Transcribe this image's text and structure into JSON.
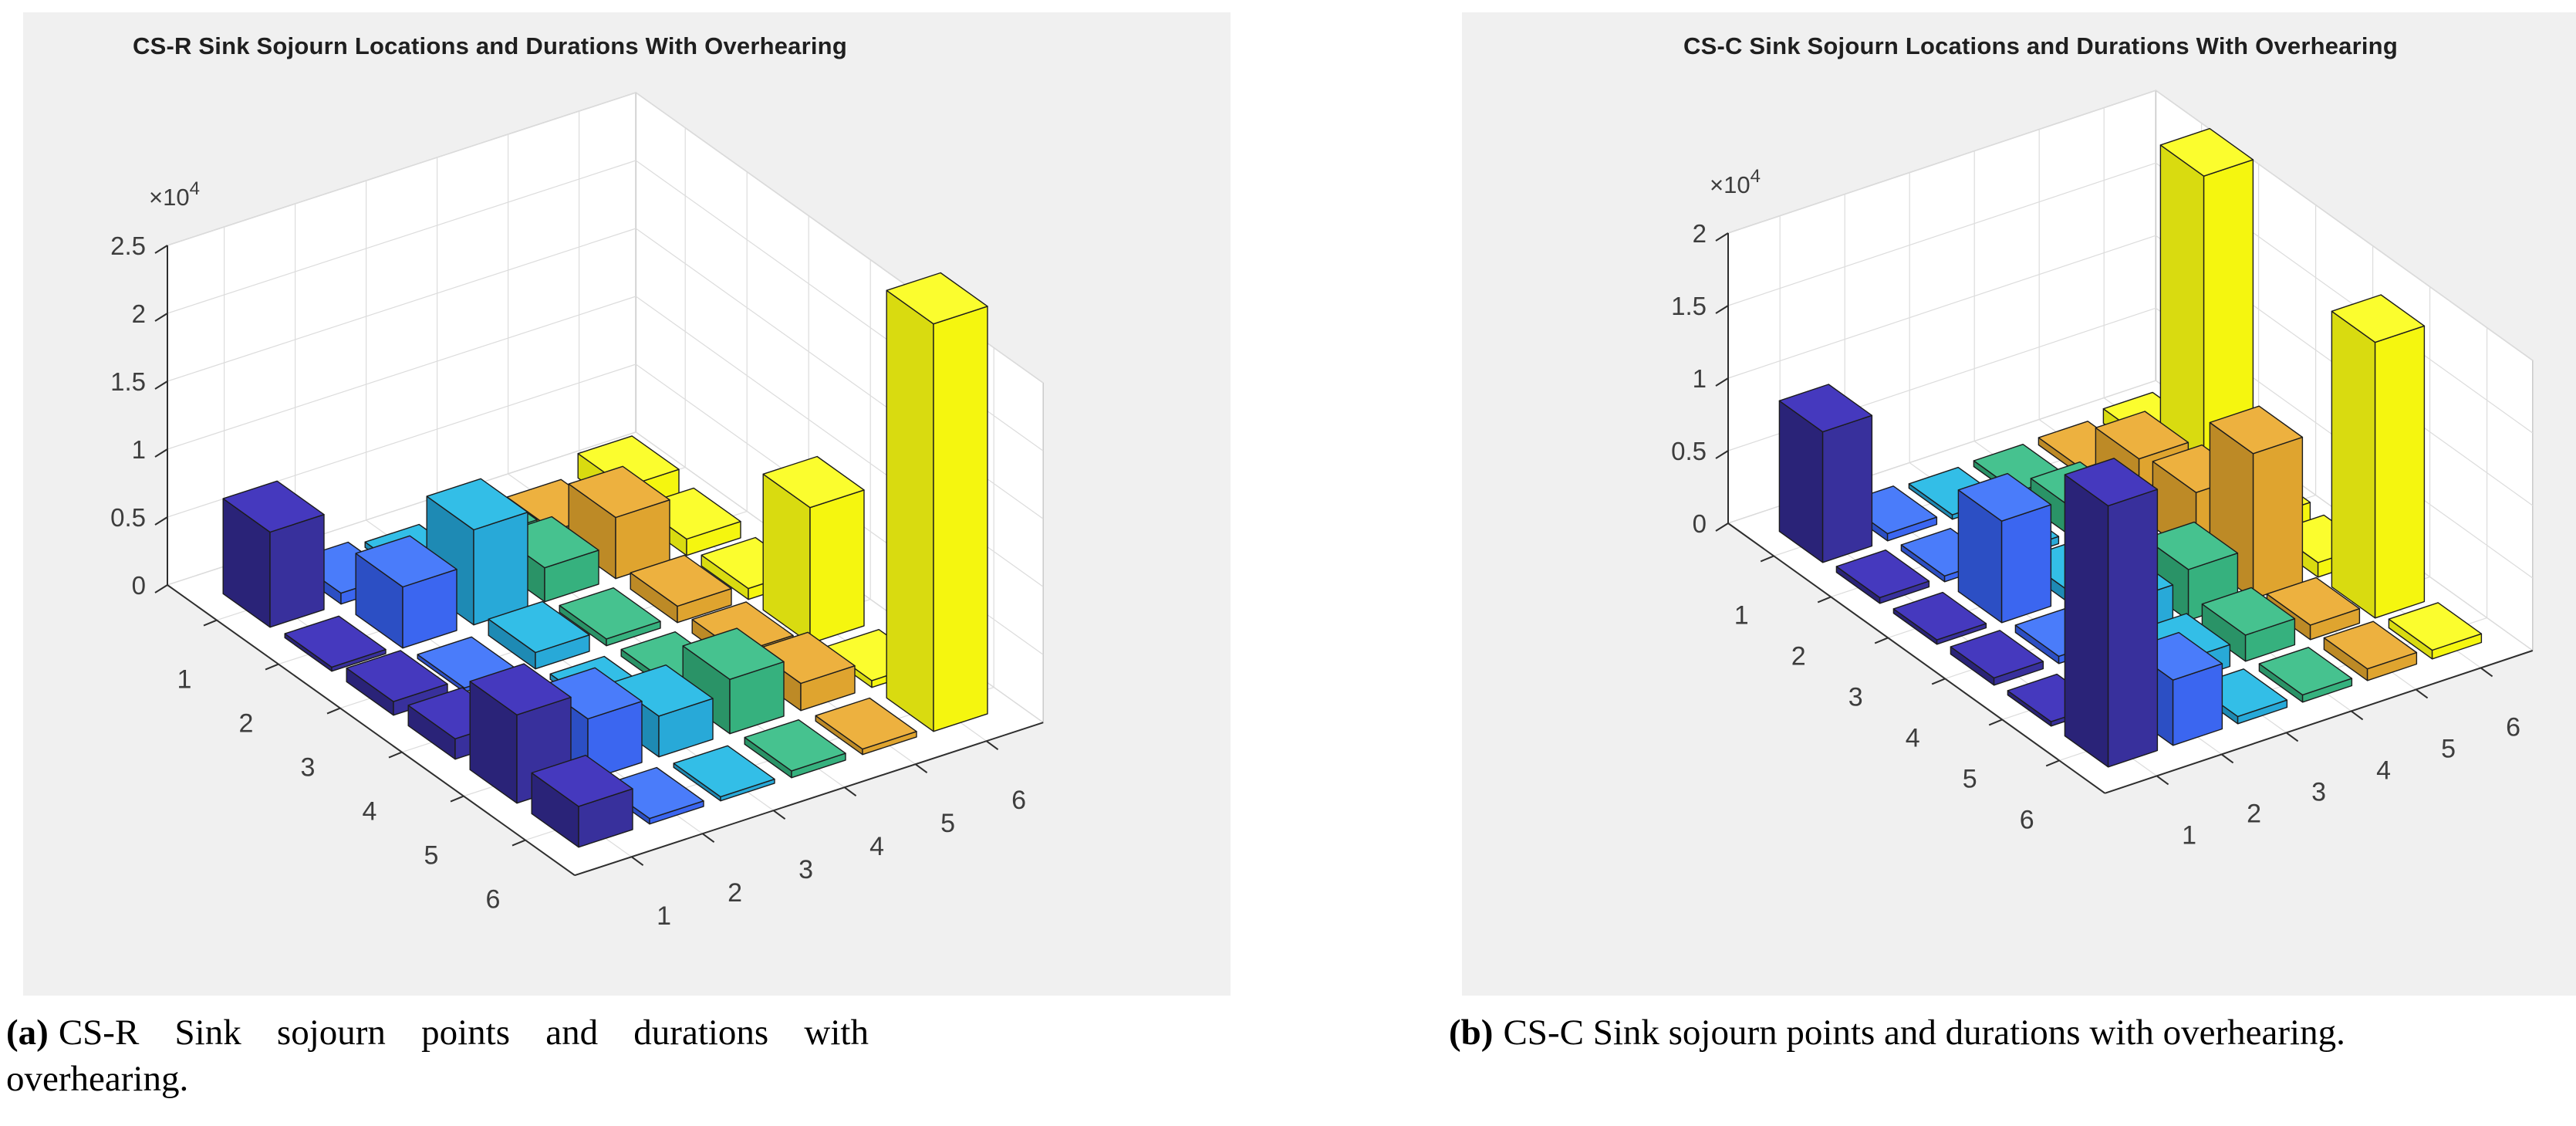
{
  "chart_data": [
    {
      "id": "cs-r",
      "type": "bar3d",
      "title": "CS-R Sink Sojourn Locations and Durations With Overhearing",
      "x_axis": {
        "ticks": [
          "1",
          "2",
          "3",
          "4",
          "5",
          "6"
        ]
      },
      "y_axis": {
        "ticks": [
          "1",
          "2",
          "3",
          "4",
          "5",
          "6"
        ]
      },
      "z_axis": {
        "ticks": [
          "0",
          "0.5",
          "1",
          "1.5",
          "2",
          "2.5"
        ],
        "scale_base": "×10",
        "scale_exp": "4",
        "lim": [
          0,
          2.5
        ]
      },
      "values_x10k_rows_y_cols_x": [
        [
          0.7,
          0.08,
          0.04,
          0.15,
          0.03,
          0.18
        ],
        [
          0.03,
          0.45,
          0.7,
          0.25,
          0.45,
          0.12
        ],
        [
          0.1,
          0.03,
          0.12,
          0.05,
          0.12,
          0.08
        ],
        [
          0.15,
          0.03,
          0.04,
          0.05,
          0.1,
          1.0
        ],
        [
          0.65,
          0.45,
          0.3,
          0.4,
          0.2,
          0.05
        ],
        [
          0.3,
          0.04,
          0.03,
          0.05,
          0.04,
          3.0
        ]
      ],
      "columns": [
        {
          "x": "1",
          "name": "navy",
          "top": "#4539BE",
          "front": "#38309C",
          "side": "#2A2378"
        },
        {
          "x": "2",
          "name": "blue",
          "top": "#4A7CFA",
          "front": "#3B66F0",
          "side": "#2C4FC4"
        },
        {
          "x": "3",
          "name": "cyan",
          "top": "#33BEE7",
          "front": "#28A9D8",
          "side": "#1E8AB4"
        },
        {
          "x": "4",
          "name": "green",
          "top": "#46C28F",
          "front": "#36B17E",
          "side": "#2A9367"
        },
        {
          "x": "5",
          "name": "orange",
          "top": "#EDB13F",
          "front": "#DFA42F",
          "side": "#BD8A26"
        },
        {
          "x": "6",
          "name": "yellow",
          "top": "#FBFD2E",
          "front": "#F5F60F",
          "side": "#D9DB10"
        }
      ]
    },
    {
      "id": "cs-c",
      "type": "bar3d",
      "title": "CS-C Sink Sojourn Locations and Durations With Overhearing",
      "x_axis": {
        "ticks": [
          "1",
          "2",
          "3",
          "4",
          "5",
          "6"
        ]
      },
      "y_axis": {
        "ticks": [
          "1",
          "2",
          "3",
          "4",
          "5",
          "6"
        ]
      },
      "z_axis": {
        "ticks": [
          "0",
          "0.5",
          "1",
          "1.5",
          "2"
        ],
        "scale_base": "×10",
        "scale_exp": "4",
        "lim": [
          0,
          2
        ]
      },
      "values_x10k_rows_y_cols_x": [
        [
          0.9,
          0.05,
          0.03,
          0.04,
          0.05,
          0.1
        ],
        [
          0.04,
          0.04,
          0.05,
          0.2,
          0.4,
          2.2
        ],
        [
          0.03,
          0.7,
          0.08,
          0.08,
          0.45,
          0.12
        ],
        [
          0.05,
          0.05,
          0.28,
          0.35,
          1.0,
          0.1
        ],
        [
          0.03,
          0.04,
          0.15,
          0.18,
          0.1,
          1.9
        ],
        [
          1.8,
          0.45,
          0.05,
          0.05,
          0.08,
          0.06
        ]
      ],
      "columns": [
        {
          "x": "1",
          "name": "navy",
          "top": "#4539BE",
          "front": "#38309C",
          "side": "#2A2378"
        },
        {
          "x": "2",
          "name": "blue",
          "top": "#4A7CFA",
          "front": "#3B66F0",
          "side": "#2C4FC4"
        },
        {
          "x": "3",
          "name": "cyan",
          "top": "#33BEE7",
          "front": "#28A9D8",
          "side": "#1E8AB4"
        },
        {
          "x": "4",
          "name": "green",
          "top": "#46C28F",
          "front": "#36B17E",
          "side": "#2A9367"
        },
        {
          "x": "5",
          "name": "orange",
          "top": "#EDB13F",
          "front": "#DFA42F",
          "side": "#BD8A26"
        },
        {
          "x": "6",
          "name": "yellow",
          "top": "#FBFD2E",
          "front": "#F5F60F",
          "side": "#D9DB10"
        }
      ]
    }
  ],
  "captions": [
    {
      "marker": "(a)",
      "text": "CS-R Sink sojourn points and durations with overhearing."
    },
    {
      "marker": "(b)",
      "text": "CS-C Sink sojourn points and durations with overhearing."
    }
  ]
}
